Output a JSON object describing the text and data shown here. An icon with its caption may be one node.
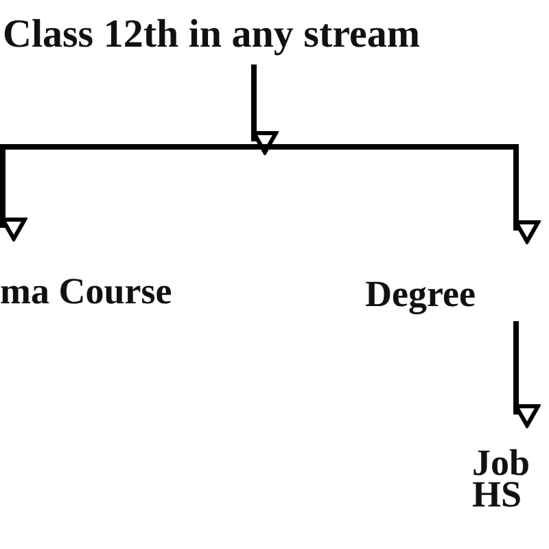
{
  "diagram": {
    "nodes": [
      {
        "text": [
          "Class 12th in any stream"
        ]
      },
      {
        "text": [
          "ma Course"
        ]
      },
      {
        "text": [
          "Degree"
        ]
      },
      {
        "text": [
          "Job HS"
        ]
      }
    ],
    "edges": [
      {
        "from": 0,
        "to": 1,
        "arrow": "to"
      },
      {
        "from": 0,
        "to": 2,
        "arrow": "to"
      },
      {
        "from": 2,
        "to": 3,
        "arrow": "to"
      }
    ]
  }
}
